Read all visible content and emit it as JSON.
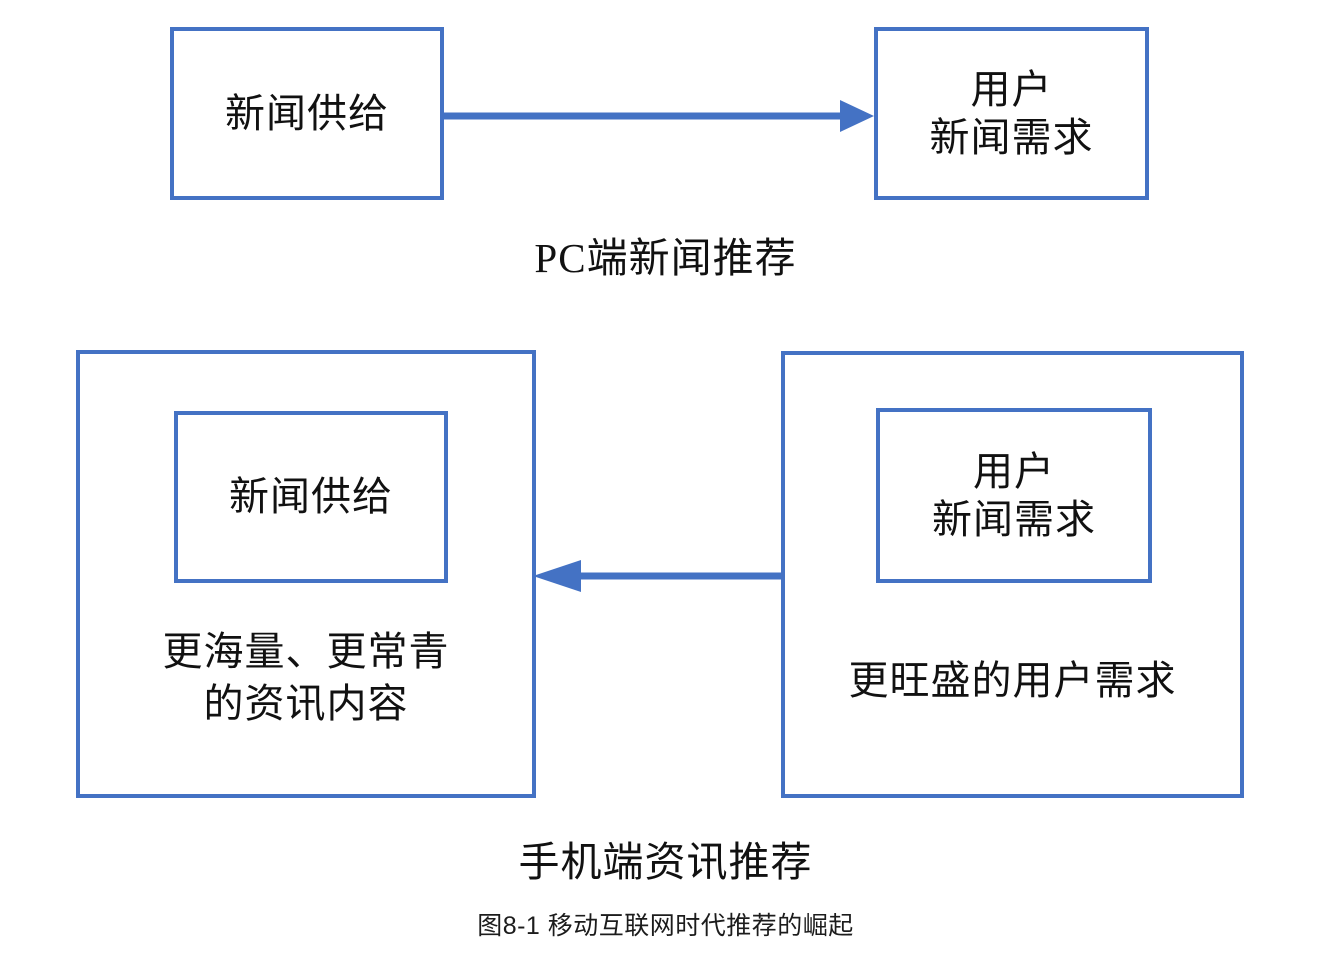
{
  "figure": {
    "caption": "图8-1 移动互联网时代推荐的崛起",
    "accent_color": "#4472C4",
    "text_color": "#111111",
    "background_color": "#FFFFFF"
  },
  "pc_section": {
    "caption": "PC端新闻推荐",
    "supply_box": {
      "label": "新闻供给"
    },
    "demand_box": {
      "label": "用户\n新闻需求"
    },
    "arrow": {
      "name": "supply-to-demand-arrow",
      "direction": "right",
      "color": "#4472C4"
    }
  },
  "mobile_section": {
    "caption": "手机端资讯推荐",
    "supply_container": {
      "inner_label": "新闻供给",
      "description": "更海量、更常青\n的资讯内容"
    },
    "demand_container": {
      "inner_label": "用户\n新闻需求",
      "description": "更旺盛的用户需求"
    },
    "arrow": {
      "name": "demand-to-supply-arrow",
      "direction": "left",
      "color": "#4472C4"
    }
  }
}
